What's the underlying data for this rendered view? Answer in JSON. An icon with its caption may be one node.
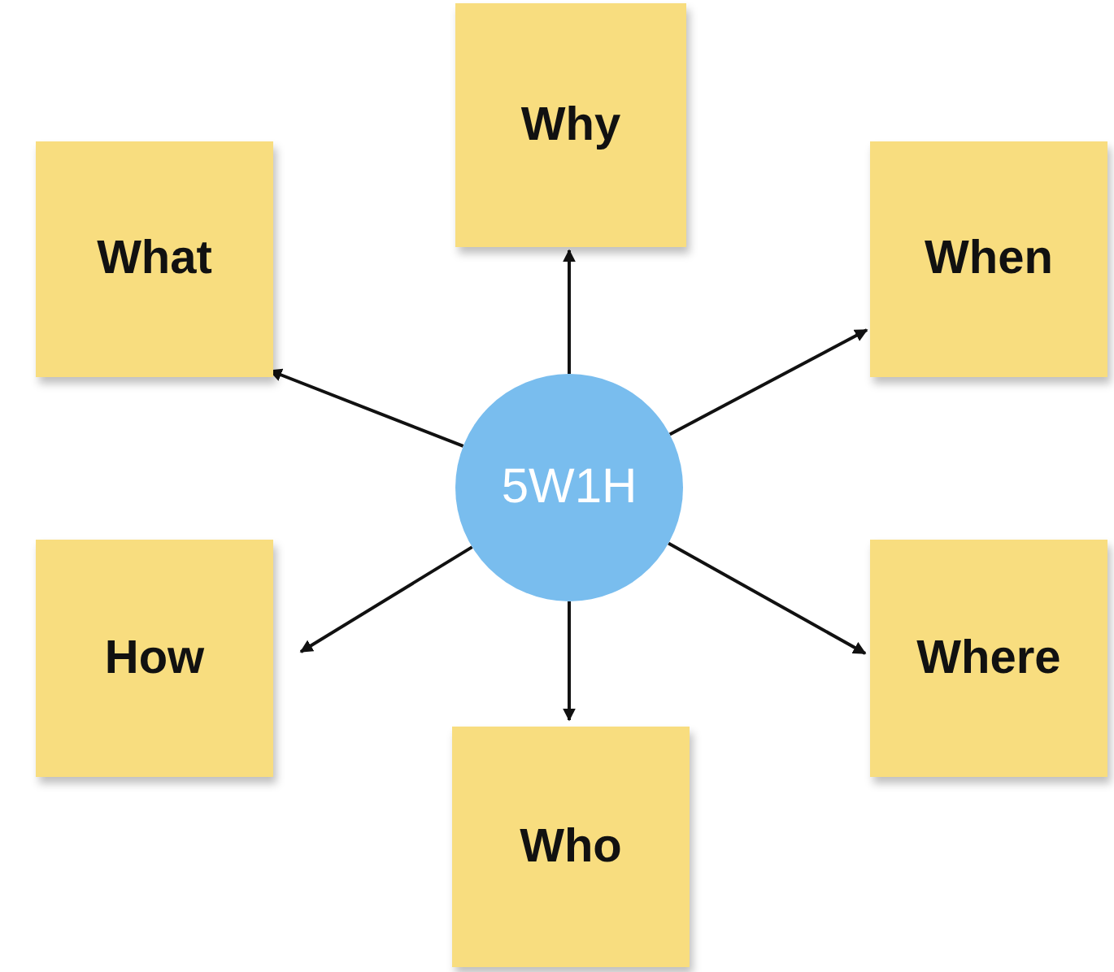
{
  "diagram": {
    "nodes": [
      {
        "text": [
          "Why"
        ]
      },
      {
        "text": [
          "What"
        ]
      },
      {
        "text": [
          "When"
        ]
      },
      {
        "text": [
          "5W1H"
        ]
      },
      {
        "text": [
          "How"
        ]
      },
      {
        "text": [
          "Where"
        ]
      },
      {
        "text": [
          "Who"
        ]
      }
    ],
    "edges": [
      {
        "from": 3,
        "to": 0,
        "arrow": "to"
      },
      {
        "from": 3,
        "to": 1,
        "arrow": "to"
      },
      {
        "from": 3,
        "to": 2,
        "arrow": "to"
      },
      {
        "from": 3,
        "to": 4,
        "arrow": "to"
      },
      {
        "from": 3,
        "to": 5,
        "arrow": "to"
      },
      {
        "from": 3,
        "to": 6,
        "arrow": "to"
      }
    ]
  }
}
